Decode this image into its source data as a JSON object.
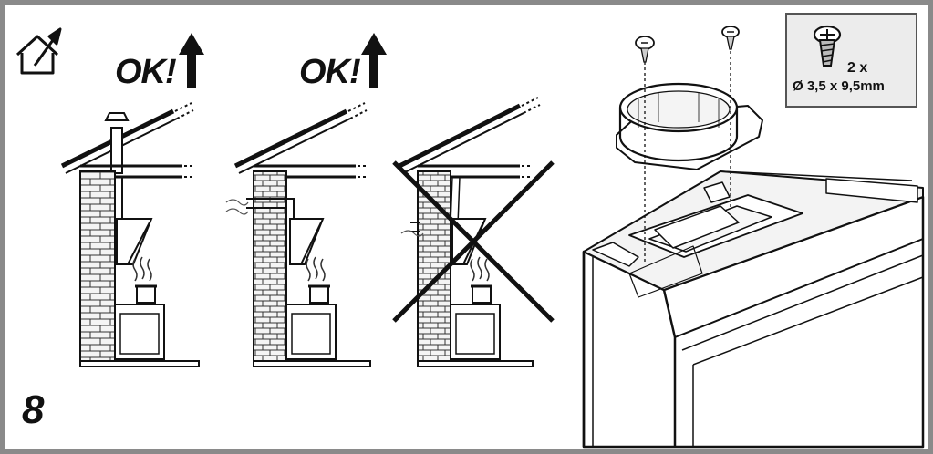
{
  "step_number": "8",
  "scenes": [
    {
      "label": "OK!",
      "status": "allowed"
    },
    {
      "label": "OK!",
      "status": "allowed"
    },
    {
      "label": "",
      "status": "not-allowed"
    }
  ],
  "screw_spec": {
    "quantity": "2 x",
    "size": "Ø 3,5 x 9,5mm"
  },
  "colors": {
    "frame": "#8a8a8a",
    "line": "#111111",
    "brick_fill": "#f4f4f4",
    "panel_fill": "#ececec"
  },
  "icons": [
    "house-vent-icon",
    "up-arrow-icon",
    "screw-icon",
    "cross-mark-icon"
  ]
}
